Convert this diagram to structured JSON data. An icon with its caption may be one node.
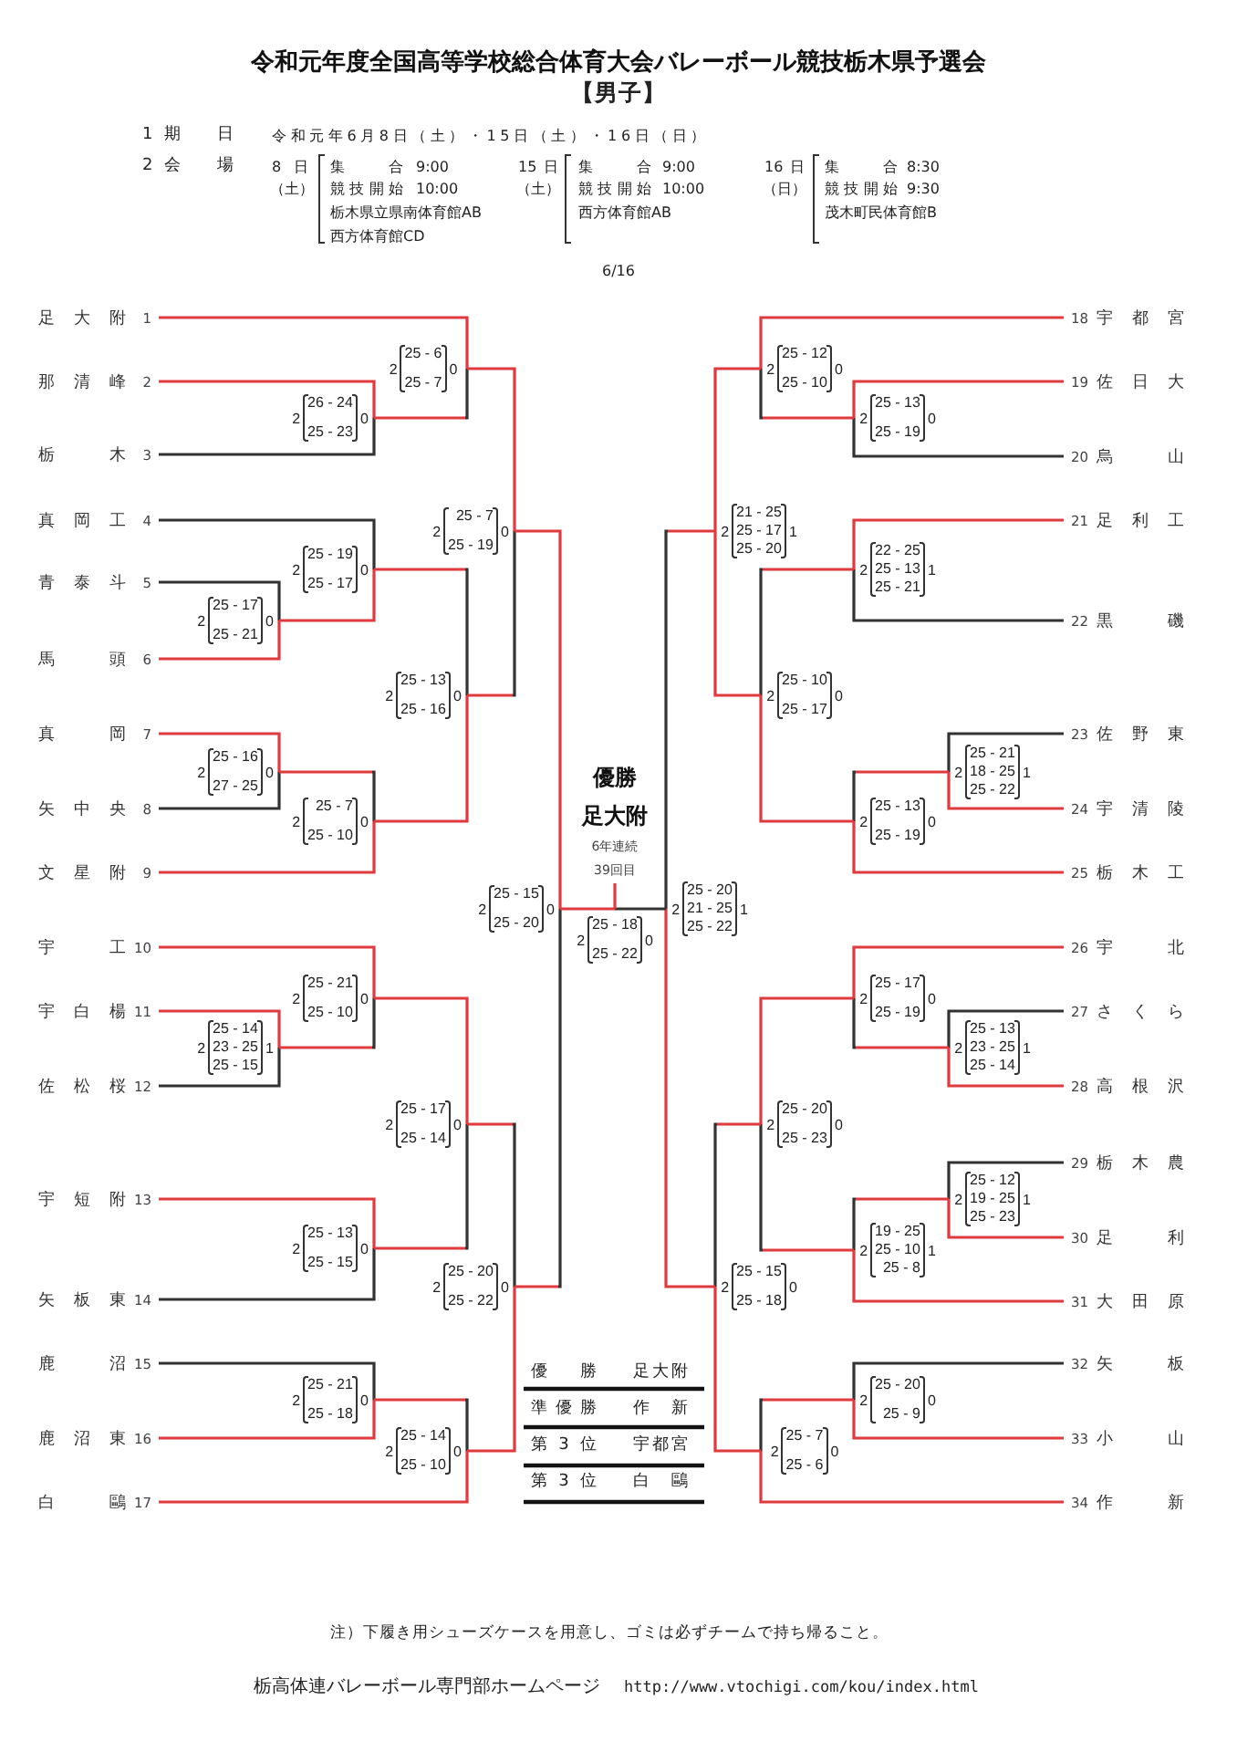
{
  "diagram": {
    "title": "令和元年度全国高等学校総合体育大会バレーボール競技栃木県予選会",
    "nodes": [
      {
        "text": [
          "足大附",
          "1"
        ]
      },
      {
        "text": [
          "那清峰",
          "2"
        ]
      },
      {
        "text": [
          "栃木",
          "3"
        ]
      },
      {
        "text": [
          "真岡工",
          "4"
        ]
      },
      {
        "text": [
          "青泰斗",
          "5"
        ]
      },
      {
        "text": [
          "馬頭",
          "6"
        ]
      },
      {
        "text": [
          "真岡",
          "7"
        ]
      },
      {
        "text": [
          "矢中央",
          "8"
        ]
      },
      {
        "text": [
          "文星附",
          "9"
        ]
      },
      {
        "text": [
          "宇工",
          "10"
        ]
      },
      {
        "text": [
          "宇白楊",
          "11"
        ]
      },
      {
        "text": [
          "佐松桜",
          "12"
        ]
      },
      {
        "text": [
          "宇短附",
          "13"
        ]
      },
      {
        "text": [
          "矢板東",
          "14"
        ]
      },
      {
        "text": [
          "鹿沼",
          "15"
        ]
      },
      {
        "text": [
          "鹿沼東",
          "16"
        ]
      },
      {
        "text": [
          "白鷗",
          "17"
        ]
      },
      {
        "text": [
          "18",
          "宇都宮"
        ]
      },
      {
        "text": [
          "19",
          "佐日大"
        ]
      },
      {
        "text": [
          "20",
          "烏山"
        ]
      },
      {
        "text": [
          "21",
          "足利工"
        ]
      },
      {
        "text": [
          "22",
          "黒磯"
        ]
      },
      {
        "text": [
          "23",
          "佐野東"
        ]
      },
      {
        "text": [
          "24",
          "宇清陵"
        ]
      },
      {
        "text": [
          "25",
          "栃木工"
        ]
      },
      {
        "text": [
          "26",
          "宇北"
        ]
      },
      {
        "text": [
          "27",
          "さくら"
        ]
      },
      {
        "text": [
          "28",
          "高根沢"
        ]
      },
      {
        "text": [
          "29",
          "栃木農"
        ]
      },
      {
        "text": [
          "30",
          "足利"
        ]
      },
      {
        "text": [
          "31",
          "大田原"
        ]
      },
      {
        "text": [
          "32",
          "矢板"
        ]
      },
      {
        "text": [
          "33",
          "小山"
        ]
      },
      {
        "text": [
          "34",
          "作新"
        ]
      },
      {
        "text": [
          "優勝",
          "足大附",
          "6年連続",
          "39回目"
        ]
      },
      {
        "text": [
          "2",
          "26 - 24",
          "25 - 23",
          "0"
        ]
      },
      {
        "text": [
          "2",
          "25 - 6",
          "25 - 7",
          "0"
        ]
      },
      {
        "text": [
          "2",
          "25 - 17",
          "25 - 21",
          "0"
        ]
      },
      {
        "text": [
          "2",
          "25 - 19",
          "25 - 17",
          "0"
        ]
      },
      {
        "text": [
          "2",
          "25 - 16",
          "27 - 25",
          "0"
        ]
      },
      {
        "text": [
          "2",
          "25 - 7",
          "25 - 10",
          "0"
        ]
      },
      {
        "text": [
          "2",
          "25 - 13",
          "25 - 16",
          "0"
        ]
      },
      {
        "text": [
          "2",
          "25 - 7",
          "25 - 19",
          "0"
        ]
      },
      {
        "text": [
          "2",
          "25 - 14",
          "23 - 25",
          "25 - 15",
          "1"
        ]
      },
      {
        "text": [
          "2",
          "25 - 21",
          "25 - 10",
          "0"
        ]
      },
      {
        "text": [
          "2",
          "25 - 13",
          "25 - 15",
          "0"
        ]
      },
      {
        "text": [
          "2",
          "25 - 17",
          "25 - 14",
          "0"
        ]
      },
      {
        "text": [
          "2",
          "25 - 21",
          "25 - 18",
          "0"
        ]
      },
      {
        "text": [
          "2",
          "25 - 14",
          "25 - 10",
          "0"
        ]
      },
      {
        "text": [
          "2",
          "25 - 20",
          "25 - 22",
          "0"
        ]
      },
      {
        "text": [
          "2",
          "25 - 15",
          "25 - 20",
          "0"
        ]
      },
      {
        "text": [
          "2",
          "25 - 13",
          "25 - 19",
          "0"
        ]
      },
      {
        "text": [
          "2",
          "25 - 12",
          "25 - 10",
          "0"
        ]
      },
      {
        "text": [
          "2",
          "22 - 25",
          "25 - 13",
          "25 - 21",
          "1"
        ]
      },
      {
        "text": [
          "2",
          "25 - 21",
          "18 - 25",
          "25 - 22",
          "1"
        ]
      },
      {
        "text": [
          "2",
          "25 - 13",
          "25 - 19",
          "0"
        ]
      },
      {
        "text": [
          "2",
          "25 - 10",
          "25 - 17",
          "0"
        ]
      },
      {
        "text": [
          "2",
          "21 - 25",
          "25 - 17",
          "25 - 20",
          "1"
        ]
      },
      {
        "text": [
          "2",
          "25 - 13",
          "23 - 25",
          "25 - 14",
          "1"
        ]
      },
      {
        "text": [
          "2",
          "25 - 17",
          "25 - 19",
          "0"
        ]
      },
      {
        "text": [
          "2",
          "25 - 12",
          "19 - 25",
          "25 - 23",
          "1"
        ]
      },
      {
        "text": [
          "2",
          "19 - 25",
          "25 - 10",
          "25 - 8",
          "1"
        ]
      },
      {
        "text": [
          "2",
          "25 - 20",
          "25 - 23",
          "0"
        ]
      },
      {
        "text": [
          "2",
          "25 - 20",
          "25 - 9",
          "0"
        ]
      },
      {
        "text": [
          "2",
          "25 - 7",
          "25 - 6",
          "0"
        ]
      },
      {
        "text": [
          "2",
          "25 - 15",
          "25 - 18",
          "0"
        ]
      },
      {
        "text": [
          "2",
          "25 - 20",
          "21 - 25",
          "25 - 22",
          "1"
        ]
      },
      {
        "text": [
          "2",
          "25 - 18",
          "25 - 22",
          "0"
        ]
      }
    ],
    "edges": [
      {
        "from": 1,
        "to": 35,
        "arrow": "none"
      },
      {
        "from": 2,
        "to": 35,
        "arrow": "none",
        "color": "#333333"
      },
      {
        "from": 0,
        "to": 36,
        "arrow": "none"
      },
      {
        "from": 35,
        "to": 36,
        "arrow": "none",
        "color": "#333333"
      },
      {
        "from": 4,
        "to": 37,
        "arrow": "none",
        "color": "#333333"
      },
      {
        "from": 5,
        "to": 37,
        "arrow": "none"
      },
      {
        "from": 3,
        "to": 38,
        "arrow": "none",
        "color": "#333333"
      },
      {
        "from": 37,
        "to": 38,
        "arrow": "none"
      },
      {
        "from": 6,
        "to": 39,
        "arrow": "none"
      },
      {
        "from": 7,
        "to": 39,
        "arrow": "none",
        "color": "#333333"
      },
      {
        "from": 39,
        "to": 40,
        "arrow": "none",
        "color": "#333333"
      },
      {
        "from": 8,
        "to": 40,
        "arrow": "none"
      },
      {
        "from": 38,
        "to": 41,
        "arrow": "none",
        "color": "#333333"
      },
      {
        "from": 40,
        "to": 41,
        "arrow": "none"
      },
      {
        "from": 36,
        "to": 42,
        "arrow": "none"
      },
      {
        "from": 41,
        "to": 42,
        "arrow": "none",
        "color": "#333333"
      },
      {
        "from": 10,
        "to": 43,
        "arrow": "none"
      },
      {
        "from": 11,
        "to": 43,
        "arrow": "none",
        "color": "#333333"
      },
      {
        "from": 9,
        "to": 44,
        "arrow": "none"
      },
      {
        "from": 43,
        "to": 44,
        "arrow": "none",
        "color": "#333333"
      },
      {
        "from": 12,
        "to": 45,
        "arrow": "none"
      },
      {
        "from": 13,
        "to": 45,
        "arrow": "none",
        "color": "#333333"
      },
      {
        "from": 44,
        "to": 46,
        "arrow": "none"
      },
      {
        "from": 45,
        "to": 46,
        "arrow": "none",
        "color": "#333333"
      },
      {
        "from": 14,
        "to": 47,
        "arrow": "none",
        "color": "#333333"
      },
      {
        "from": 15,
        "to": 47,
        "arrow": "none"
      },
      {
        "from": 47,
        "to": 48,
        "arrow": "none",
        "color": "#333333"
      },
      {
        "from": 16,
        "to": 48,
        "arrow": "none"
      },
      {
        "from": 46,
        "to": 49,
        "arrow": "none",
        "color": "#333333"
      },
      {
        "from": 48,
        "to": 49,
        "arrow": "none"
      },
      {
        "from": 42,
        "to": 50,
        "arrow": "none"
      },
      {
        "from": 49,
        "to": 50,
        "arrow": "none",
        "color": "#333333"
      },
      {
        "from": 18,
        "to": 51,
        "arrow": "none"
      },
      {
        "from": 19,
        "to": 51,
        "arrow": "none",
        "color": "#333333"
      },
      {
        "from": 17,
        "to": 52,
        "arrow": "none"
      },
      {
        "from": 51,
        "to": 52,
        "arrow": "none",
        "color": "#333333"
      },
      {
        "from": 20,
        "to": 53,
        "arrow": "none"
      },
      {
        "from": 21,
        "to": 53,
        "arrow": "none",
        "color": "#333333"
      },
      {
        "from": 22,
        "to": 54,
        "arrow": "none",
        "color": "#333333"
      },
      {
        "from": 23,
        "to": 54,
        "arrow": "none"
      },
      {
        "from": 54,
        "to": 55,
        "arrow": "none",
        "color": "#333333"
      },
      {
        "from": 24,
        "to": 55,
        "arrow": "none"
      },
      {
        "from": 53,
        "to": 56,
        "arrow": "none",
        "color": "#333333"
      },
      {
        "from": 55,
        "to": 56,
        "arrow": "none"
      },
      {
        "from": 52,
        "to": 57,
        "arrow": "none"
      },
      {
        "from": 56,
        "to": 57,
        "arrow": "none"
      },
      {
        "from": 26,
        "to": 58,
        "arrow": "none",
        "color": "#333333"
      },
      {
        "from": 27,
        "to": 58,
        "arrow": "none"
      },
      {
        "from": 25,
        "to": 59,
        "arrow": "none"
      },
      {
        "from": 58,
        "to": 59,
        "arrow": "none",
        "color": "#333333"
      },
      {
        "from": 28,
        "to": 60,
        "arrow": "none",
        "color": "#333333"
      },
      {
        "from": 29,
        "to": 60,
        "arrow": "none"
      },
      {
        "from": 60,
        "to": 61,
        "arrow": "none",
        "color": "#333333"
      },
      {
        "from": 30,
        "to": 61,
        "arrow": "none"
      },
      {
        "from": 59,
        "to": 62,
        "arrow": "none"
      },
      {
        "from": 61,
        "to": 62,
        "arrow": "none",
        "color": "#333333"
      },
      {
        "from": 31,
        "to": 63,
        "arrow": "none",
        "color": "#333333"
      },
      {
        "from": 32,
        "to": 63,
        "arrow": "none"
      },
      {
        "from": 63,
        "to": 64,
        "arrow": "none",
        "color": "#333333"
      },
      {
        "from": 33,
        "to": 64,
        "arrow": "none"
      },
      {
        "from": 62,
        "to": 65,
        "arrow": "none",
        "color": "#333333"
      },
      {
        "from": 64,
        "to": 65,
        "arrow": "none"
      },
      {
        "from": 57,
        "to": 66,
        "arrow": "none",
        "color": "#333333"
      },
      {
        "from": 65,
        "to": 66,
        "arrow": "none"
      },
      {
        "from": 50,
        "to": 67,
        "arrow": "none"
      },
      {
        "from": 66,
        "to": 67,
        "arrow": "none",
        "color": "#333333"
      },
      {
        "from": 67,
        "to": 34,
        "arrow": "none"
      }
    ],
    "labels": [
      "【男子】",
      "1",
      "期日",
      "令和元年6月8日（土）・15日（土）・16日（日）",
      "2",
      "会場",
      "8日",
      "（土）",
      "集合",
      "9:00",
      "競技開始",
      "10:00",
      "栃木県立県南体育館AB",
      "西方体育館CD",
      "15日",
      "（土）",
      "集合",
      "9:00",
      "競技開始",
      "10:00",
      "西方体育館AB",
      "16日",
      "（日）",
      "集合",
      "8:30",
      "競技開始",
      "9:30",
      "茂木町民体育館B",
      "6/16",
      "優勝",
      "足大附",
      "準優勝",
      "作新",
      "第3位",
      "宇都宮",
      "第3位",
      "白鷗",
      "注）下履き用シューズケースを用意し、ゴミは必ずチームで持ち帰ること。",
      "栃高体連バレーボール専門部ホームページ",
      "http://www.vtochigi.com/kou/index.html"
    ]
  }
}
